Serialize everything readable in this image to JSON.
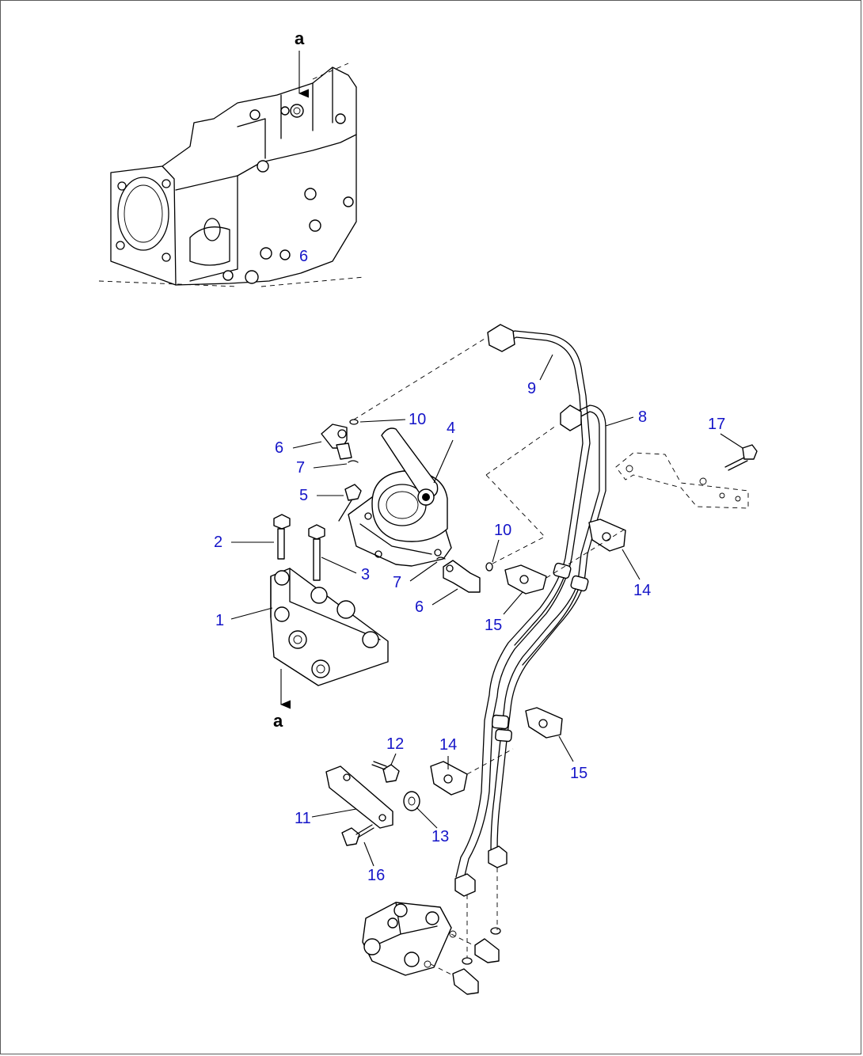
{
  "view_marker": "a",
  "callouts": {
    "c1": "1",
    "c2": "2",
    "c3": "3",
    "c4": "4",
    "c5": "5",
    "c6_inset": "6",
    "c6_top": "6",
    "c6_bottom": "6",
    "c7_top": "7",
    "c7_bottom": "7",
    "c8": "8",
    "c9": "9",
    "c10_top": "10",
    "c10_right": "10",
    "c11": "11",
    "c12": "12",
    "c13": "13",
    "c14_right": "14",
    "c14_lower": "14",
    "c15_upper": "15",
    "c15_lower": "15",
    "c16": "16",
    "c17": "17"
  },
  "colors": {
    "callout": "#1515c8",
    "line": "#000000",
    "frame": "#5a5a5a"
  }
}
